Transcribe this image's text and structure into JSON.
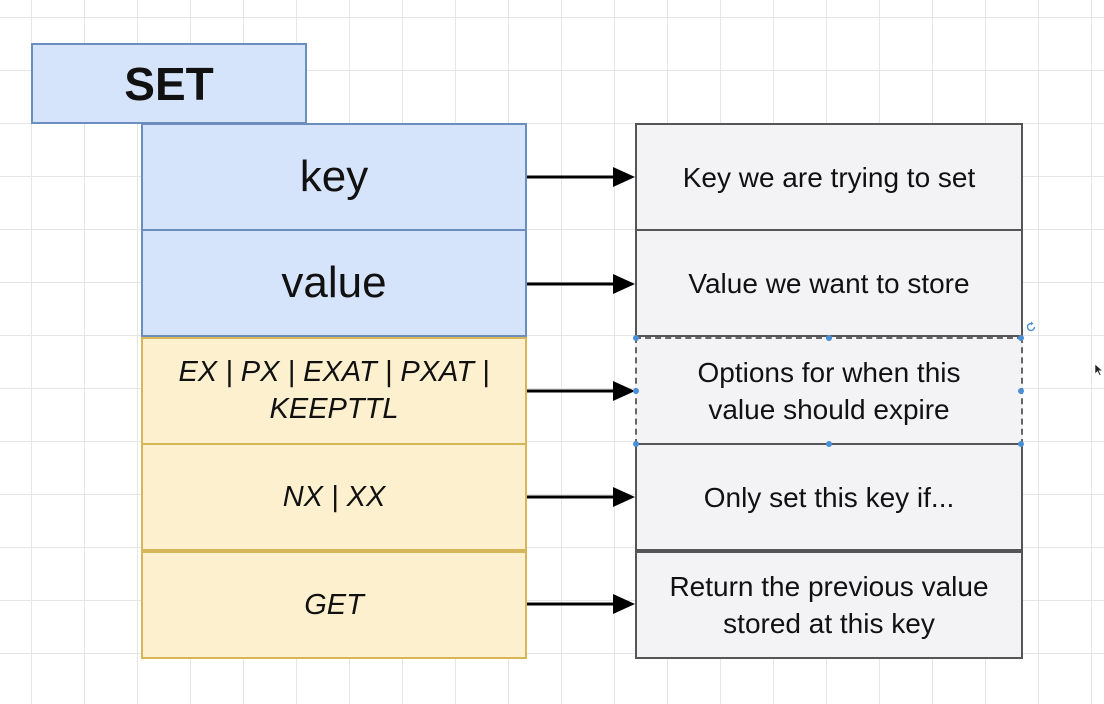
{
  "diagram": {
    "title": "SET",
    "arguments": [
      {
        "label": "key",
        "style": "blue"
      },
      {
        "label": "value",
        "style": "blue"
      },
      {
        "label": "EX | PX | EXAT | PXAT | KEEPTTL",
        "style": "yellow"
      },
      {
        "label": "NX | XX",
        "style": "yellow"
      },
      {
        "label": "GET",
        "style": "yellow"
      }
    ],
    "descriptions": [
      "Key we are trying to set",
      "Value we want to store",
      "Options for when this value should expire",
      "Only set this key if...",
      "Return the previous value stored at this key"
    ]
  },
  "colors": {
    "required_fill": "#d6e4fb",
    "required_border": "#6c8ebf",
    "optional_fill": "#fdf0cf",
    "optional_border": "#d6b656",
    "description_fill": "#f3f3f5",
    "description_border": "#555555",
    "selection_handle": "#4a90d9"
  },
  "icons": {
    "rotate": "rotate-handle-icon",
    "cursor": "mouse-pointer-icon"
  }
}
